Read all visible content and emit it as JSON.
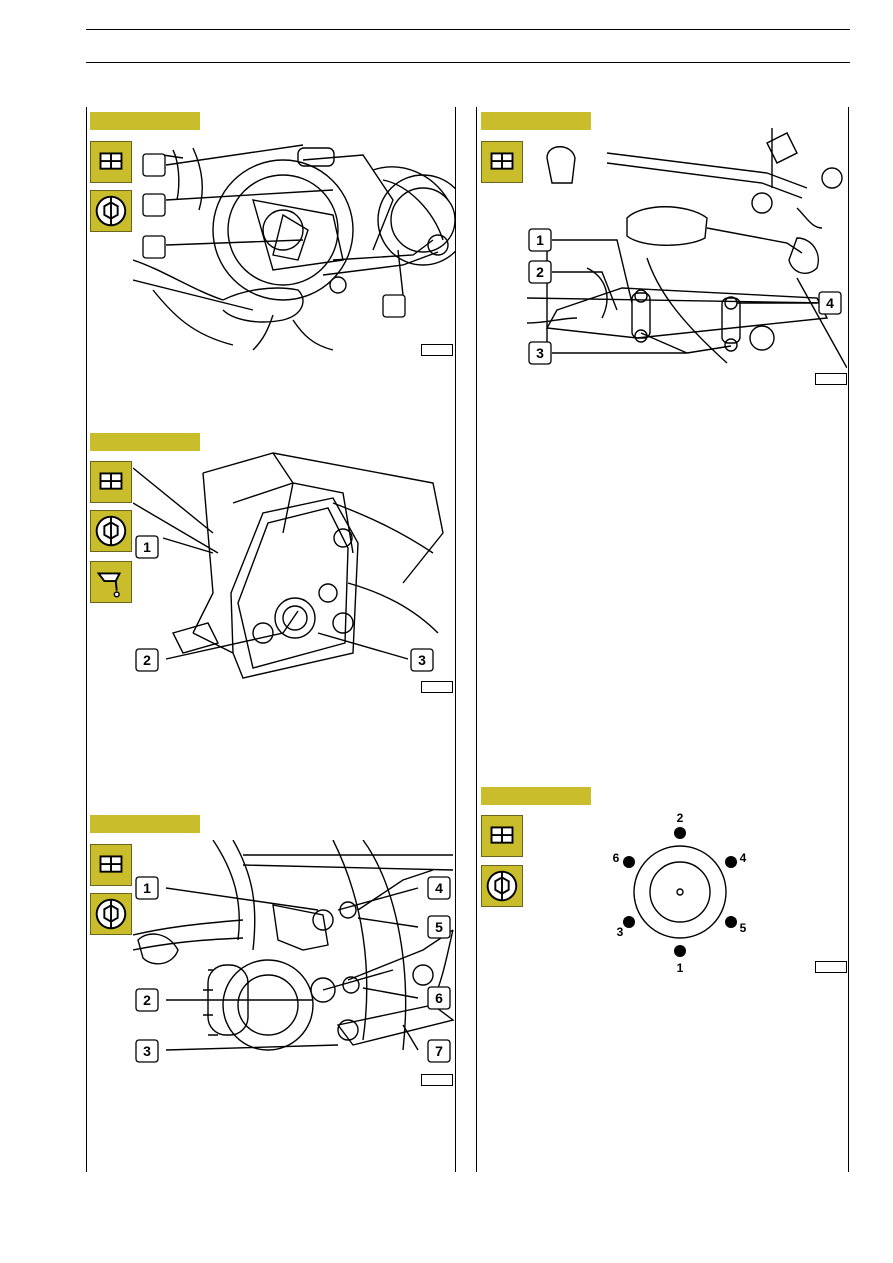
{
  "colors": {
    "accent": "#c9bd2c",
    "ink": "#000000",
    "paper": "#ffffff"
  },
  "figures": [
    {
      "id": "fig-brake-caliper",
      "icons": [
        "box-grid-icon",
        "hex-bolt-icon"
      ],
      "callouts": [
        "",
        "",
        "",
        ""
      ]
    },
    {
      "id": "fig-steering-box-bracket",
      "icons": [
        "box-grid-icon",
        "hex-bolt-icon",
        "oil-can-icon"
      ],
      "callouts": [
        "1",
        "2",
        "3"
      ]
    },
    {
      "id": "fig-lower-arm",
      "icons": [
        "box-grid-icon",
        "hex-bolt-icon"
      ],
      "callouts": [
        "1",
        "2",
        "3",
        "4",
        "5",
        "6",
        "7"
      ]
    },
    {
      "id": "fig-tie-rod-clamps",
      "icons": [
        "box-grid-icon"
      ],
      "callouts": [
        "1",
        "2",
        "3",
        "4"
      ]
    },
    {
      "id": "fig-wheel-nut-sequence",
      "icons": [
        "box-grid-icon",
        "hex-bolt-icon"
      ],
      "sequence_labels": [
        "1",
        "2",
        "3",
        "4",
        "5",
        "6"
      ]
    }
  ]
}
